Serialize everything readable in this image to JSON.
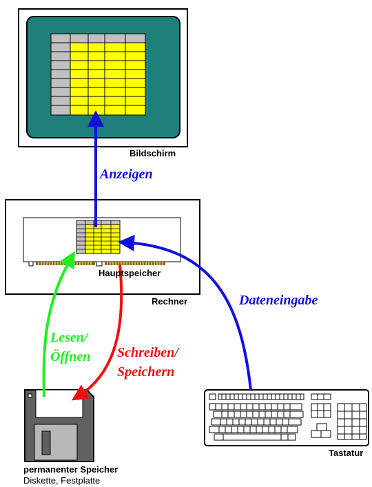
{
  "labels": {
    "monitor": "Bildschirm",
    "computer": "Rechner",
    "memory": "Hauptspeicher",
    "keyboard": "Tastatur",
    "storage_title": "permanenter Speicher",
    "storage_sub": "Diskette, Festplatte"
  },
  "arrows": {
    "display": "Anzeigen",
    "input": "Dateneingabe",
    "read_line1": "Lesen/",
    "read_line2": "Öffnen",
    "write_line1": "Schreiben/",
    "write_line2": "Speichern"
  },
  "colors": {
    "display": "#1010e0",
    "input": "#1010e0",
    "read": "#22ee22",
    "write": "#ee1010",
    "screen": "#1f7f7a",
    "cells": "#ffff00"
  }
}
